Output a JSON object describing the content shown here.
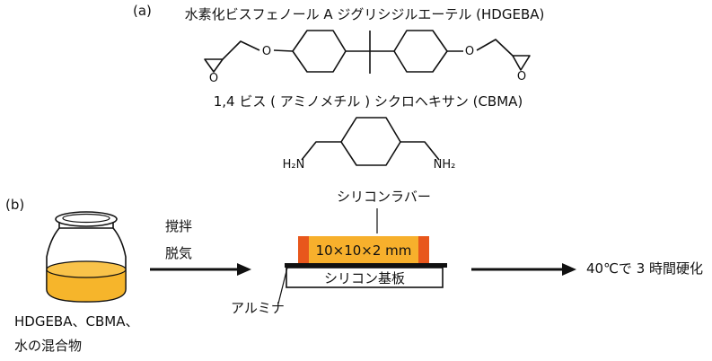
{
  "panel_a": {
    "label": "(a)",
    "epoxy": {
      "name": "水素化ビスフェノール A ジグリシジルエーテル (HDGEBA)",
      "o_left_epoxide": "O",
      "o_left_ether": "O",
      "o_right_ether": "O",
      "o_right_epoxide": "O"
    },
    "amine": {
      "name": "1,4 ビス ( アミノメチル ) シクロヘキサン (CBMA)",
      "nh2_left": "H₂N",
      "nh2_right": "NH₂"
    }
  },
  "panel_b": {
    "label": "(b)",
    "jar_caption_line1": "HDGEBA、CBMA、",
    "jar_caption_line2": "水の混合物",
    "step1_line1": "撹拌",
    "step1_line2": "脱気",
    "silicone_rubber_label": "シリコンラバー",
    "sample_label": "10×10×2 mm",
    "substrate_label": "シリコン基板",
    "alumina_label": "アルミナ",
    "result_label": "40℃で 3 時間硬化"
  },
  "colors": {
    "liquid": "#f6b52b",
    "rubber": "#e8571c",
    "sample": "#f7b02c",
    "line": "#111111"
  }
}
